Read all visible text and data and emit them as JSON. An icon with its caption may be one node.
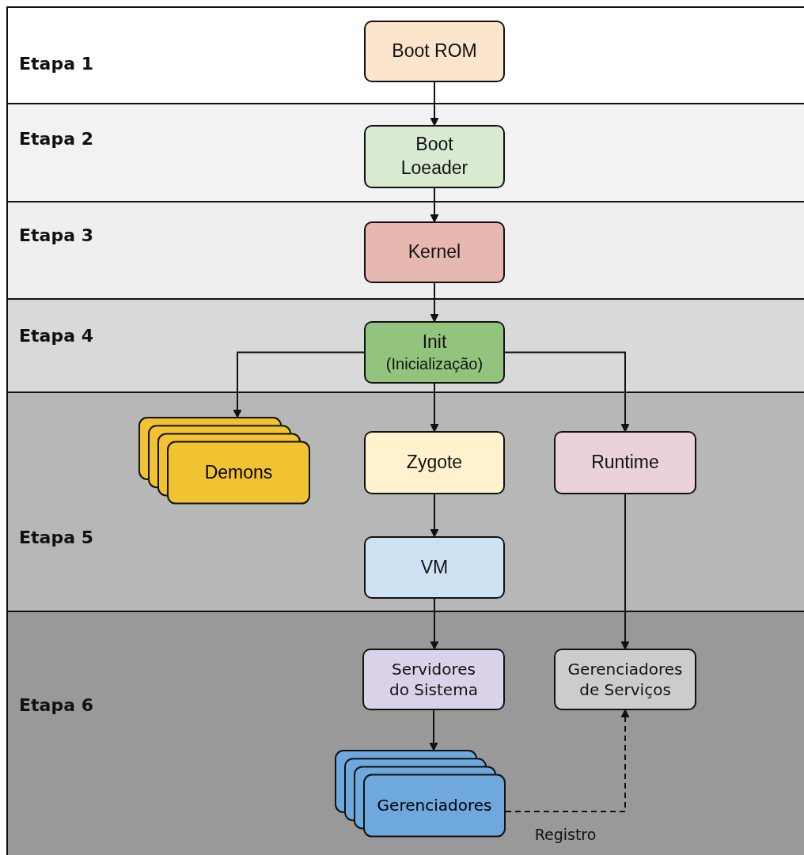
{
  "diagram": {
    "nodes": [
      {
        "text": [
          "Etapa 1"
        ]
      },
      {
        "text": [
          "Boot ROM"
        ],
        "in": 0
      },
      {
        "text": [
          "Etapa 2"
        ]
      },
      {
        "text": [
          "Boot Loeader"
        ],
        "in": 2
      },
      {
        "text": [
          "Etapa 3"
        ]
      },
      {
        "text": [
          "Kernel"
        ],
        "in": 4
      },
      {
        "text": [
          "Etapa 4"
        ]
      },
      {
        "text": [
          "Init",
          "(Inicialização)"
        ],
        "in": 6
      },
      {
        "text": [
          "Etapa 5"
        ]
      },
      {
        "text": [
          "Demons"
        ],
        "in": 8
      },
      {
        "text": [
          "Zygote"
        ],
        "in": 8
      },
      {
        "text": [
          "Runtime"
        ],
        "in": 8
      },
      {
        "text": [
          "VM"
        ],
        "in": 8
      },
      {
        "text": [
          "Etapa 6"
        ]
      },
      {
        "text": [
          "Servidores do Sistema"
        ],
        "in": 13
      },
      {
        "text": [
          "Gerenciadores de Serviços"
        ],
        "in": 13
      },
      {
        "text": [
          "Gerenciadores"
        ],
        "in": 13
      }
    ],
    "edges": [
      {
        "from": 1,
        "to": 3,
        "arrow": "to"
      },
      {
        "from": 3,
        "to": 5,
        "arrow": "to"
      },
      {
        "from": 5,
        "to": 7,
        "arrow": "to"
      },
      {
        "from": 7,
        "to": 9,
        "arrow": "to"
      },
      {
        "from": 7,
        "to": 10,
        "arrow": "to"
      },
      {
        "from": 7,
        "to": 11,
        "arrow": "to"
      },
      {
        "from": 10,
        "to": 12,
        "arrow": "to"
      },
      {
        "from": 12,
        "to": 14,
        "arrow": "to"
      },
      {
        "from": 11,
        "to": 15,
        "arrow": "to"
      },
      {
        "from": 14,
        "to": 16,
        "arrow": "to"
      },
      {
        "from": 16,
        "to": 15,
        "arrow": "to",
        "label": "Registro",
        "style": "dashed"
      }
    ]
  }
}
